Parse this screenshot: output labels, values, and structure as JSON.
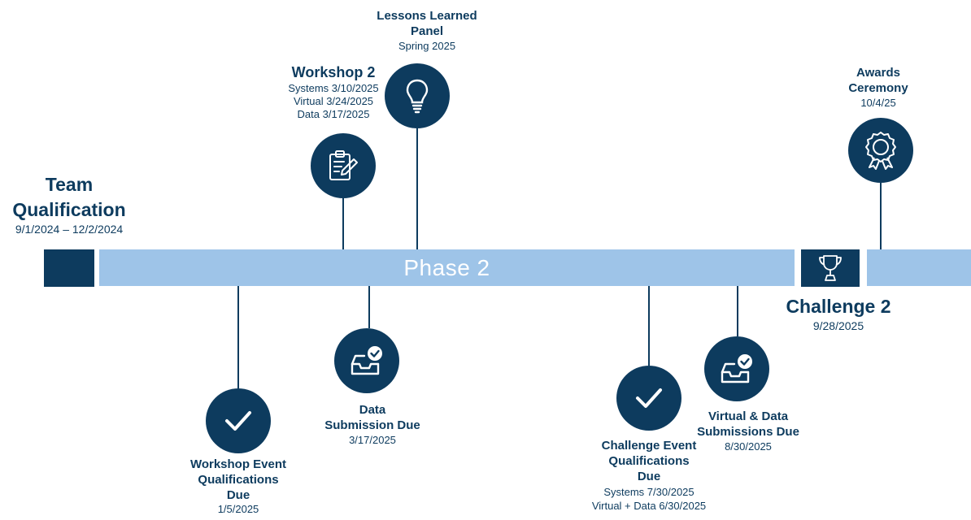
{
  "team_qualification": {
    "title_line1": "Team",
    "title_line2": "Qualification",
    "dates": "9/1/2024 – 12/2/2024"
  },
  "phase_bar": {
    "label": "Phase 2"
  },
  "challenge2": {
    "title": "Challenge 2",
    "date": "9/28/2025",
    "icon": "trophy-icon"
  },
  "lessons_learned": {
    "title_line1": "Lessons Learned",
    "title_line2": "Panel",
    "date": "Spring 2025",
    "icon": "lightbulb-icon"
  },
  "workshop2": {
    "title": "Workshop 2",
    "lines": [
      "Systems 3/10/2025",
      "Virtual 3/24/2025",
      "Data 3/17/2025"
    ],
    "icon": "clipboard-edit-icon"
  },
  "awards": {
    "title_line1": "Awards",
    "title_line2": "Ceremony",
    "date": "10/4/25",
    "icon": "award-ribbon-icon"
  },
  "workshop_event_quals": {
    "title_lines": [
      "Workshop Event",
      "Qualifications",
      "Due"
    ],
    "date": "1/5/2025",
    "icon": "checkmark-icon"
  },
  "data_submission": {
    "title_lines": [
      "Data",
      "Submission Due"
    ],
    "date": "3/17/2025",
    "icon": "inbox-check-icon"
  },
  "challenge_event_quals": {
    "title_lines": [
      "Challenge Event",
      "Qualifications",
      "Due"
    ],
    "lines": [
      "Systems 7/30/2025",
      "Virtual + Data 6/30/2025"
    ],
    "icon": "checkmark-icon"
  },
  "virtual_data_submissions": {
    "title_lines": [
      "Virtual & Data",
      "Submissions Due"
    ],
    "date": "8/30/2025",
    "icon": "inbox-check-icon"
  },
  "colors": {
    "navy": "#0d3b5e",
    "light_blue": "#9ec4e8",
    "white": "#ffffff"
  }
}
